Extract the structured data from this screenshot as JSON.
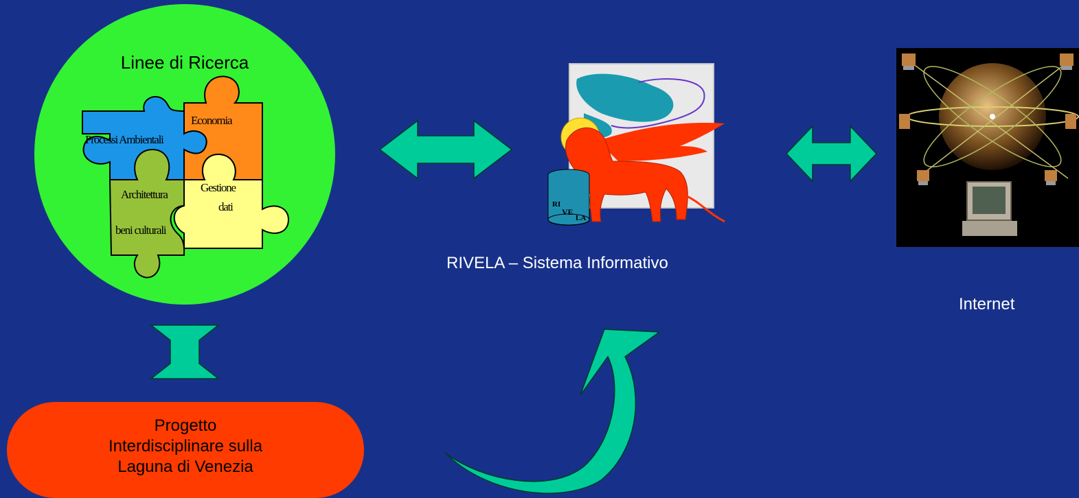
{
  "research": {
    "title": "Linee di Ricerca",
    "pieces": {
      "ambientali": "Processi Ambientali",
      "economia": "Economia",
      "architettura_1": "Architettura",
      "architettura_2": "beni culturali",
      "gestione_1": "Gestione",
      "gestione_2": "dati"
    }
  },
  "project": {
    "line1": "Progetto",
    "line2": "Interdisciplinare sulla",
    "line3": "Laguna di Venezia"
  },
  "rivela": {
    "label": "RIVELA – Sistema Informativo",
    "db_label_1": "RI",
    "db_label_2": "VE",
    "db_label_3": "LA"
  },
  "internet": {
    "label": "Internet"
  },
  "colors": {
    "background": "#17318a",
    "arrow": "#00cc99",
    "circle": "#33f233",
    "project_box": "#ff3b00",
    "lion": "#ff3300",
    "puzzle_blue": "#1b95e8",
    "puzzle_orange": "#ff8a1a",
    "puzzle_green": "#96c23a",
    "puzzle_yellow": "#ffff88"
  }
}
